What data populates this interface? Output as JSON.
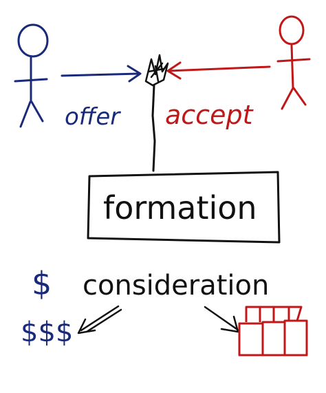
{
  "labels": {
    "offer": "offer",
    "accept": "accept",
    "formation": "formation",
    "consideration": "consideration",
    "dollar_single": "$",
    "dollar_multi": "$$$"
  },
  "colors": {
    "ink_black": "#111111",
    "ink_blue": "#1a2a7a",
    "ink_red": "#c01818",
    "background": "#ffffff"
  },
  "icons": {
    "left_person": "stick-figure-icon",
    "right_person": "stick-figure-icon",
    "center_mark": "scribble-star-icon",
    "goods": "boxes-icon"
  }
}
